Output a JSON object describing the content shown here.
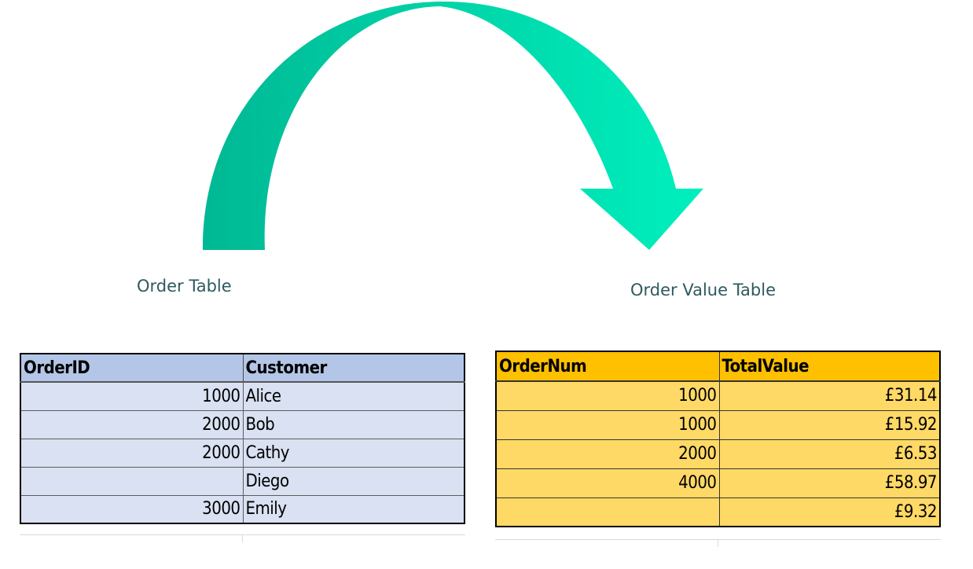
{
  "diagram": {
    "colors": {
      "arrow_start": "#00b894",
      "arrow_end": "#00f0bd",
      "caption_text": "#2e5a5e",
      "order_header_bg": "#b4c6e7",
      "order_cell_bg": "#d9e1f2",
      "value_header_bg": "#ffc000",
      "value_cell_bg": "#ffd966"
    },
    "left_caption": "Order Table",
    "right_caption": "Order Value Table"
  },
  "order_table": {
    "headers": [
      "OrderID",
      "Customer"
    ],
    "rows": [
      [
        "1000",
        "Alice"
      ],
      [
        "2000",
        "Bob"
      ],
      [
        "2000",
        "Cathy"
      ],
      [
        "",
        "Diego"
      ],
      [
        "3000",
        "Emily"
      ]
    ]
  },
  "value_table": {
    "headers": [
      "OrderNum",
      "TotalValue"
    ],
    "rows": [
      [
        "1000",
        "£31.14"
      ],
      [
        "1000",
        "£15.92"
      ],
      [
        "2000",
        "£6.53"
      ],
      [
        "4000",
        "£58.97"
      ],
      [
        "",
        "£9.32"
      ]
    ]
  }
}
